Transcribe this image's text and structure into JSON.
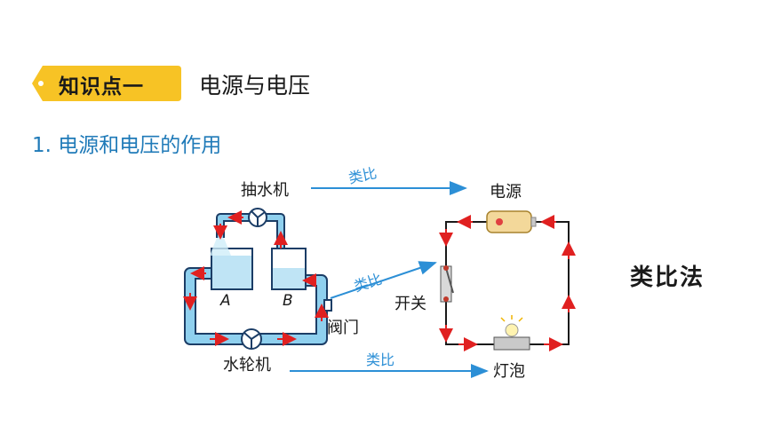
{
  "header": {
    "badge": "知识点一",
    "title": "电源与电压"
  },
  "subheading": "1. 电源和电压的作用",
  "diagram": {
    "water": {
      "pump": "抽水机",
      "turbine": "水轮机",
      "valve": "阀门",
      "container_a": "A",
      "container_b": "B"
    },
    "electric": {
      "source": "电源",
      "switch": "开关",
      "bulb": "灯泡"
    },
    "analogy_labels": [
      "类比",
      "类比",
      "类比"
    ]
  },
  "method": "类比法",
  "colors": {
    "badge": "#f7c325",
    "accent_blue": "#1f7ab8",
    "arrow_blue": "#2c8fd6",
    "flow_red": "#e02020",
    "pipe_blue": "#8fd0ee"
  }
}
